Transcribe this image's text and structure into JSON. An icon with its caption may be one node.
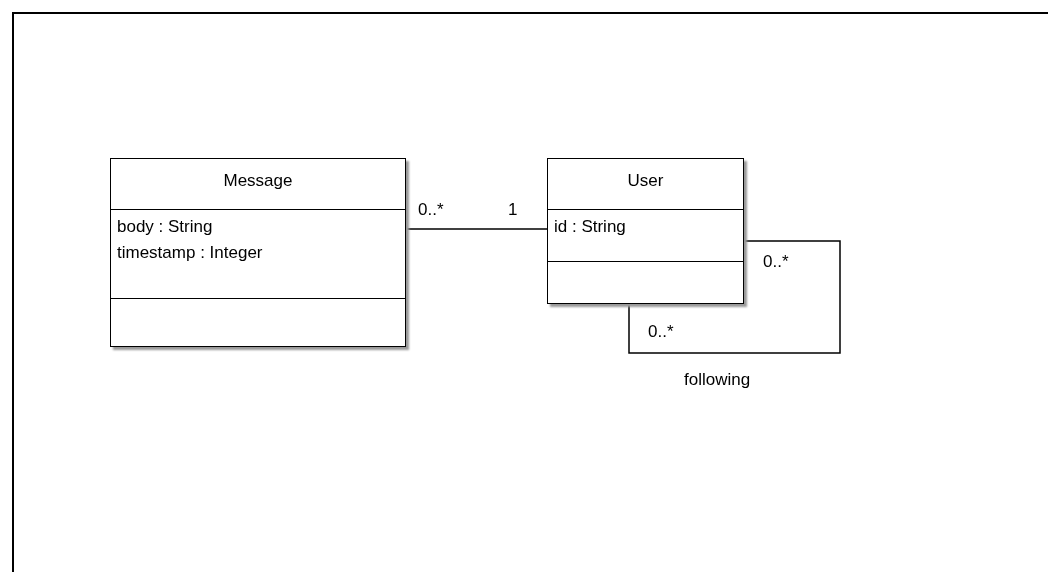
{
  "diagram": {
    "nodes": [
      {
        "text": [
          "Message",
          "body : String",
          "timestamp : Integer"
        ]
      },
      {
        "text": [
          "User",
          "id : String"
        ]
      }
    ],
    "edges": [
      {
        "from": 0,
        "to": 1,
        "arrow": "none"
      },
      {
        "from": 1,
        "to": 1,
        "arrow": "none",
        "label": "following"
      }
    ],
    "labels": [
      "0..*",
      "1",
      "0..*",
      "0..*"
    ]
  }
}
